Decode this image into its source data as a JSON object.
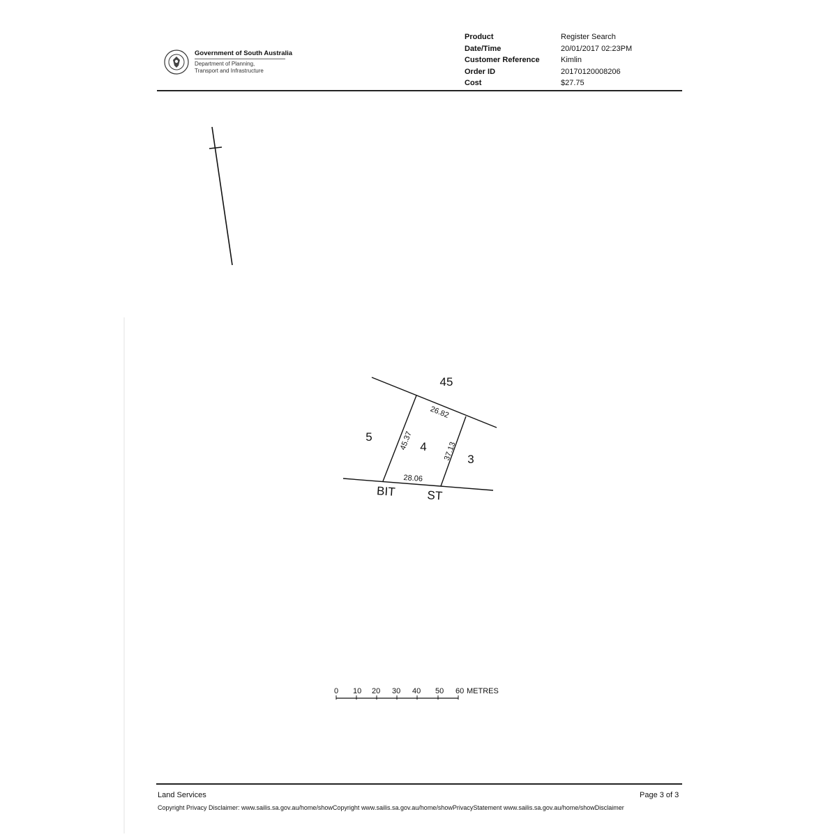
{
  "header": {
    "agency": "Government of South Australia",
    "department_line1": "Department of Planning,",
    "department_line2": "Transport and Infrastructure",
    "meta": [
      {
        "label": "Product",
        "value": "Register Search"
      },
      {
        "label": "Date/Time",
        "value": "20/01/2017 02:23PM"
      },
      {
        "label": "Customer Reference",
        "value": "Kimlin"
      },
      {
        "label": "Order ID",
        "value": "20170120008206"
      },
      {
        "label": "Cost",
        "value": "$27.75"
      }
    ]
  },
  "plan": {
    "allotments": {
      "subject": "4",
      "north": "45",
      "west": "5",
      "east": "3"
    },
    "dimensions": {
      "north_boundary": "26.82",
      "west_boundary": "45.37",
      "east_boundary": "37.13",
      "south_boundary": "28.06"
    },
    "street": {
      "name": "BIT",
      "suffix": "ST"
    }
  },
  "scale_bar": {
    "ticks": [
      "0",
      "10",
      "20",
      "30",
      "40",
      "50",
      "60"
    ],
    "unit": "METRES"
  },
  "footer": {
    "left": "Land Services",
    "right": "Page 3 of 3",
    "disclaimer": "Copyright Privacy Disclaimer: www.sailis.sa.gov.au/home/showCopyright www.sailis.sa.gov.au/home/showPrivacyStatement www.sailis.sa.gov.au/home/showDisclaimer"
  }
}
